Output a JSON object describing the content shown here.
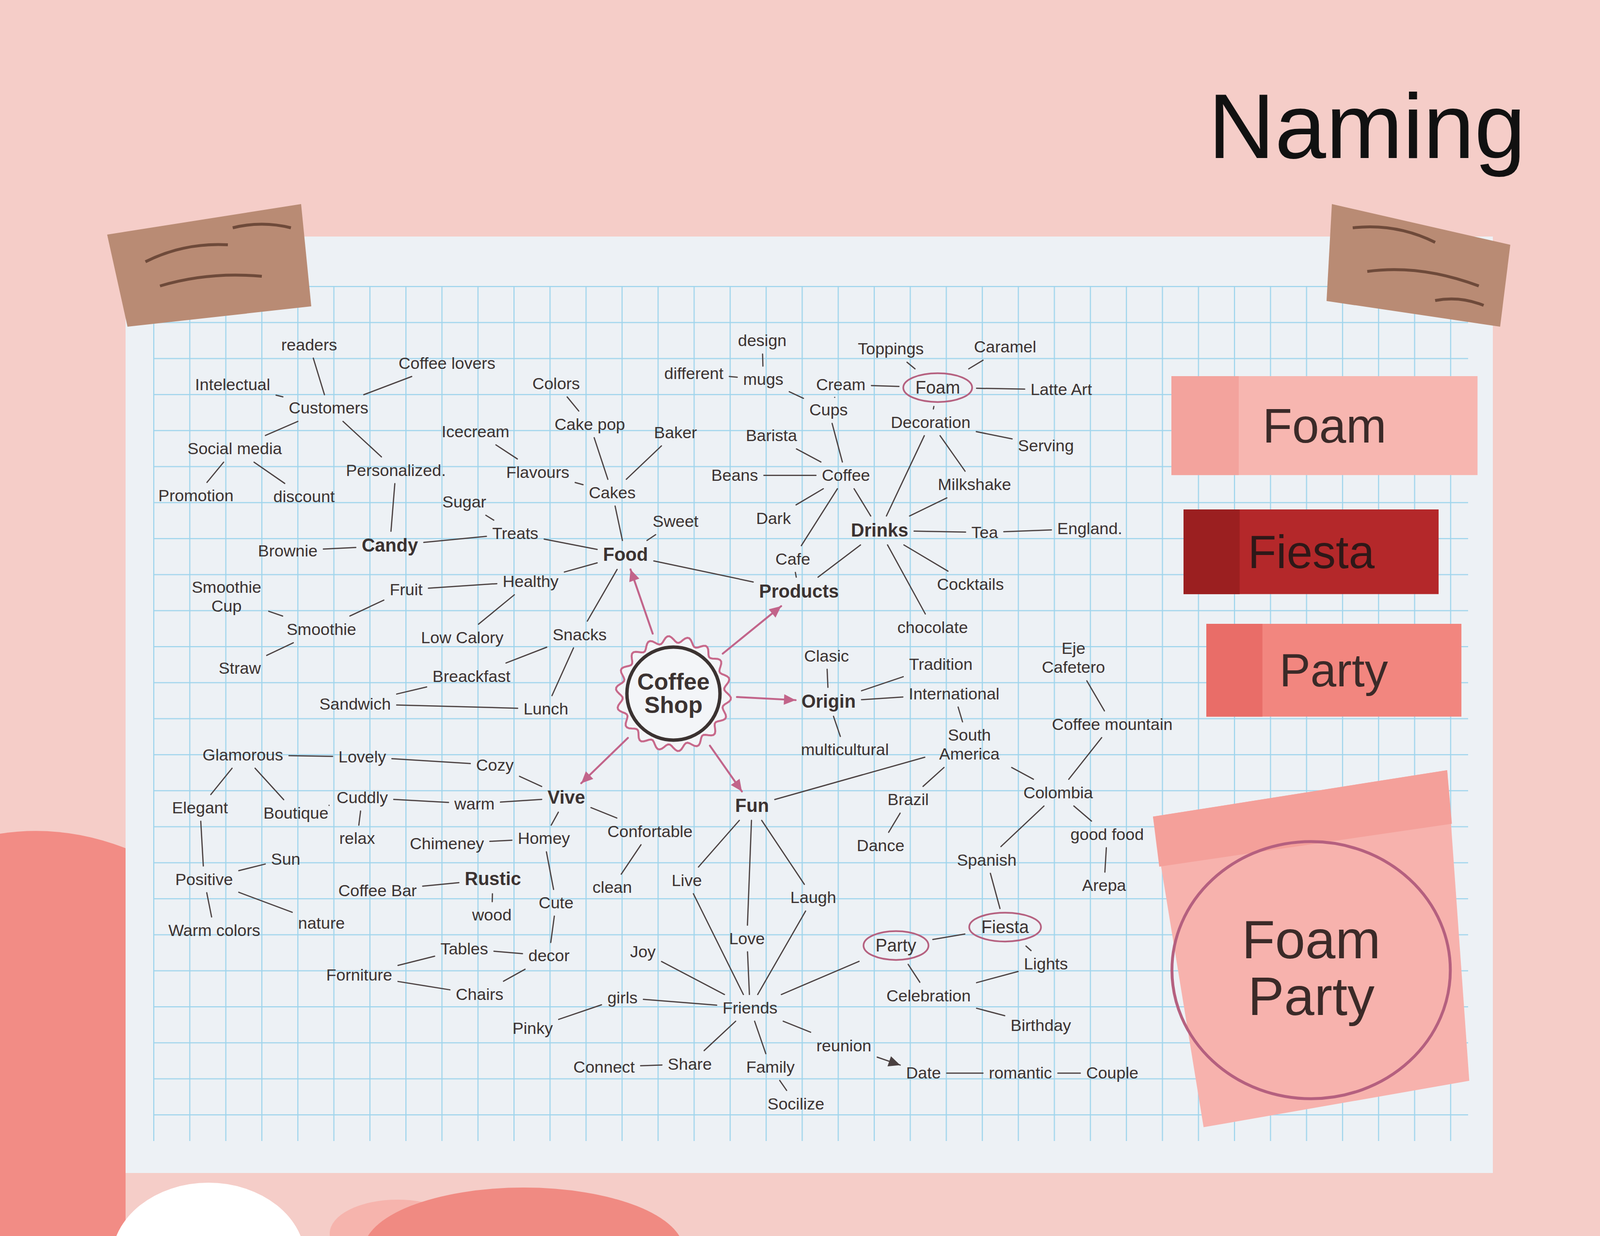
{
  "diagram": {
    "title": "Naming",
    "nodes": [
      {
        "text": [
          "Coffee Shop"
        ]
      },
      {
        "text": [
          "Food"
        ]
      },
      {
        "text": [
          "Cakes"
        ]
      },
      {
        "text": [
          "Sweet"
        ]
      },
      {
        "text": [
          "Baker"
        ]
      },
      {
        "text": [
          "Cake pop"
        ]
      },
      {
        "text": [
          "Colors"
        ]
      },
      {
        "text": [
          "Flavours"
        ]
      },
      {
        "text": [
          "Icecream"
        ]
      },
      {
        "text": [
          "Treats"
        ]
      },
      {
        "text": [
          "Sugar"
        ]
      },
      {
        "text": [
          "Candy"
        ]
      },
      {
        "text": [
          "Brownie"
        ]
      },
      {
        "text": [
          "Personalized."
        ]
      },
      {
        "text": [
          "Customers"
        ]
      },
      {
        "text": [
          "readers"
        ]
      },
      {
        "text": [
          "Coffee lovers"
        ]
      },
      {
        "text": [
          "Intelectual"
        ]
      },
      {
        "text": [
          "Social media"
        ]
      },
      {
        "text": [
          "Promotion"
        ]
      },
      {
        "text": [
          "discount"
        ]
      },
      {
        "text": [
          "Healthy"
        ]
      },
      {
        "text": [
          "Fruit"
        ]
      },
      {
        "text": [
          "Smoothie"
        ]
      },
      {
        "text": [
          "Smoothie Cup"
        ]
      },
      {
        "text": [
          "Straw"
        ]
      },
      {
        "text": [
          "Low Calory"
        ]
      },
      {
        "text": [
          "Snacks"
        ]
      },
      {
        "text": [
          "Breackfast"
        ]
      },
      {
        "text": [
          "Sandwich"
        ]
      },
      {
        "text": [
          "Lunch"
        ]
      },
      {
        "text": [
          "Products"
        ]
      },
      {
        "text": [
          "Coffee"
        ]
      },
      {
        "text": [
          "Cafe"
        ]
      },
      {
        "text": [
          "Beans"
        ]
      },
      {
        "text": [
          "Barista"
        ]
      },
      {
        "text": [
          "Dark"
        ]
      },
      {
        "text": [
          "Cups"
        ]
      },
      {
        "text": [
          "mugs"
        ]
      },
      {
        "text": [
          "design"
        ]
      },
      {
        "text": [
          "different"
        ]
      },
      {
        "text": [
          "Cream"
        ]
      },
      {
        "text": [
          "Foam"
        ]
      },
      {
        "text": [
          "Toppings"
        ]
      },
      {
        "text": [
          "Caramel"
        ]
      },
      {
        "text": [
          "Latte Art"
        ]
      },
      {
        "text": [
          "Decoration"
        ]
      },
      {
        "text": [
          "Serving"
        ]
      },
      {
        "text": [
          "Milkshake"
        ]
      },
      {
        "text": [
          "Drinks"
        ]
      },
      {
        "text": [
          "Tea"
        ]
      },
      {
        "text": [
          "England."
        ]
      },
      {
        "text": [
          "Cocktails"
        ]
      },
      {
        "text": [
          "chocolate"
        ]
      },
      {
        "text": [
          "Origin"
        ]
      },
      {
        "text": [
          "Clasic"
        ]
      },
      {
        "text": [
          "Tradition"
        ]
      },
      {
        "text": [
          "International"
        ]
      },
      {
        "text": [
          "multicultural"
        ]
      },
      {
        "text": [
          "South America"
        ]
      },
      {
        "text": [
          "Eje Cafetero"
        ]
      },
      {
        "text": [
          "Coffee mountain"
        ]
      },
      {
        "text": [
          "Colombia"
        ]
      },
      {
        "text": [
          "Brazil"
        ]
      },
      {
        "text": [
          "Dance"
        ]
      },
      {
        "text": [
          "good food"
        ]
      },
      {
        "text": [
          "Arepa"
        ]
      },
      {
        "text": [
          "Spanish"
        ]
      },
      {
        "text": [
          "Fiesta"
        ]
      },
      {
        "text": [
          "Party"
        ]
      },
      {
        "text": [
          "Lights"
        ]
      },
      {
        "text": [
          "Celebration"
        ]
      },
      {
        "text": [
          "Birthday"
        ]
      },
      {
        "text": [
          "Fun"
        ]
      },
      {
        "text": [
          "Live"
        ]
      },
      {
        "text": [
          "Laugh"
        ]
      },
      {
        "text": [
          "Love"
        ]
      },
      {
        "text": [
          "Friends"
        ]
      },
      {
        "text": [
          "Joy"
        ]
      },
      {
        "text": [
          "girls"
        ]
      },
      {
        "text": [
          "Pinky"
        ]
      },
      {
        "text": [
          "Connect"
        ]
      },
      {
        "text": [
          "Share"
        ]
      },
      {
        "text": [
          "Family"
        ]
      },
      {
        "text": [
          "reunion"
        ]
      },
      {
        "text": [
          "Socilize"
        ]
      },
      {
        "text": [
          "Date"
        ]
      },
      {
        "text": [
          "romantic"
        ]
      },
      {
        "text": [
          "Couple"
        ]
      },
      {
        "text": [
          "Vive"
        ]
      },
      {
        "text": [
          "Cozy"
        ]
      },
      {
        "text": [
          "Lovely"
        ]
      },
      {
        "text": [
          "Glamorous"
        ]
      },
      {
        "text": [
          "Elegant"
        ]
      },
      {
        "text": [
          "Boutique"
        ]
      },
      {
        "text": [
          "Cuddly"
        ]
      },
      {
        "text": [
          "relax"
        ]
      },
      {
        "text": [
          "warm"
        ]
      },
      {
        "text": [
          "Homey"
        ]
      },
      {
        "text": [
          "Chimeney"
        ]
      },
      {
        "text": [
          "Confortable"
        ]
      },
      {
        "text": [
          "clean"
        ]
      },
      {
        "text": [
          "Rustic"
        ]
      },
      {
        "text": [
          "Coffee Bar"
        ]
      },
      {
        "text": [
          "wood"
        ]
      },
      {
        "text": [
          "Cute"
        ]
      },
      {
        "text": [
          "Positive"
        ]
      },
      {
        "text": [
          "Sun"
        ]
      },
      {
        "text": [
          "Warm colors"
        ]
      },
      {
        "text": [
          "nature"
        ]
      },
      {
        "text": [
          "decor"
        ]
      },
      {
        "text": [
          "Tables"
        ]
      },
      {
        "text": [
          "Forniture"
        ]
      },
      {
        "text": [
          "Chairs"
        ]
      },
      {
        "text": [
          "Foam"
        ]
      },
      {
        "text": [
          "Fiesta"
        ]
      },
      {
        "text": [
          "Party"
        ]
      },
      {
        "text": [
          "Foam Party"
        ]
      }
    ],
    "edges": [
      {
        "from": 0,
        "to": 1,
        "arrow": "to"
      },
      {
        "from": 0,
        "to": 31,
        "arrow": "to"
      },
      {
        "from": 0,
        "to": 54,
        "arrow": "to"
      },
      {
        "from": 0,
        "to": 73,
        "arrow": "to"
      },
      {
        "from": 0,
        "to": 89,
        "arrow": "to"
      },
      {
        "from": 1,
        "to": 2,
        "arrow": "none"
      },
      {
        "from": 1,
        "to": 3,
        "arrow": "none"
      },
      {
        "from": 1,
        "to": 9,
        "arrow": "none"
      },
      {
        "from": 1,
        "to": 21,
        "arrow": "none"
      },
      {
        "from": 1,
        "to": 27,
        "arrow": "none"
      },
      {
        "from": 1,
        "to": 31,
        "arrow": "none"
      },
      {
        "from": 2,
        "to": 7,
        "arrow": "none"
      },
      {
        "from": 2,
        "to": 5,
        "arrow": "none"
      },
      {
        "from": 2,
        "to": 4,
        "arrow": "none"
      },
      {
        "from": 5,
        "to": 6,
        "arrow": "none"
      },
      {
        "from": 7,
        "to": 8,
        "arrow": "none"
      },
      {
        "from": 9,
        "to": 11,
        "arrow": "none"
      },
      {
        "from": 9,
        "to": 10,
        "arrow": "none"
      },
      {
        "from": 11,
        "to": 12,
        "arrow": "none"
      },
      {
        "from": 11,
        "to": 13,
        "arrow": "none"
      },
      {
        "from": 13,
        "to": 14,
        "arrow": "none"
      },
      {
        "from": 14,
        "to": 15,
        "arrow": "none"
      },
      {
        "from": 14,
        "to": 16,
        "arrow": "none"
      },
      {
        "from": 14,
        "to": 17,
        "arrow": "none"
      },
      {
        "from": 14,
        "to": 18,
        "arrow": "none"
      },
      {
        "from": 18,
        "to": 19,
        "arrow": "none"
      },
      {
        "from": 18,
        "to": 20,
        "arrow": "none"
      },
      {
        "from": 21,
        "to": 22,
        "arrow": "none"
      },
      {
        "from": 21,
        "to": 26,
        "arrow": "none"
      },
      {
        "from": 22,
        "to": 23,
        "arrow": "none"
      },
      {
        "from": 23,
        "to": 24,
        "arrow": "none"
      },
      {
        "from": 23,
        "to": 25,
        "arrow": "none"
      },
      {
        "from": 27,
        "to": 28,
        "arrow": "none"
      },
      {
        "from": 27,
        "to": 30,
        "arrow": "none"
      },
      {
        "from": 28,
        "to": 29,
        "arrow": "none"
      },
      {
        "from": 29,
        "to": 30,
        "arrow": "none"
      },
      {
        "from": 31,
        "to": 33,
        "arrow": "none"
      },
      {
        "from": 31,
        "to": 49,
        "arrow": "none"
      },
      {
        "from": 33,
        "to": 32,
        "arrow": "none"
      },
      {
        "from": 32,
        "to": 34,
        "arrow": "none"
      },
      {
        "from": 32,
        "to": 35,
        "arrow": "none"
      },
      {
        "from": 32,
        "to": 36,
        "arrow": "none"
      },
      {
        "from": 32,
        "to": 37,
        "arrow": "none"
      },
      {
        "from": 32,
        "to": 49,
        "arrow": "none"
      },
      {
        "from": 37,
        "to": 38,
        "arrow": "none"
      },
      {
        "from": 38,
        "to": 39,
        "arrow": "none"
      },
      {
        "from": 38,
        "to": 40,
        "arrow": "none"
      },
      {
        "from": 37,
        "to": 41,
        "arrow": "none"
      },
      {
        "from": 41,
        "to": 42,
        "arrow": "none"
      },
      {
        "from": 42,
        "to": 43,
        "arrow": "none"
      },
      {
        "from": 42,
        "to": 44,
        "arrow": "none"
      },
      {
        "from": 42,
        "to": 45,
        "arrow": "none"
      },
      {
        "from": 42,
        "to": 46,
        "arrow": "none"
      },
      {
        "from": 46,
        "to": 49,
        "arrow": "none"
      },
      {
        "from": 46,
        "to": 47,
        "arrow": "none"
      },
      {
        "from": 46,
        "to": 48,
        "arrow": "none"
      },
      {
        "from": 49,
        "to": 48,
        "arrow": "none"
      },
      {
        "from": 49,
        "to": 50,
        "arrow": "none"
      },
      {
        "from": 50,
        "to": 51,
        "arrow": "none"
      },
      {
        "from": 49,
        "to": 52,
        "arrow": "none"
      },
      {
        "from": 49,
        "to": 53,
        "arrow": "none"
      },
      {
        "from": 54,
        "to": 55,
        "arrow": "none"
      },
      {
        "from": 54,
        "to": 56,
        "arrow": "none"
      },
      {
        "from": 54,
        "to": 57,
        "arrow": "none"
      },
      {
        "from": 54,
        "to": 58,
        "arrow": "none"
      },
      {
        "from": 57,
        "to": 59,
        "arrow": "none"
      },
      {
        "from": 59,
        "to": 73,
        "arrow": "none"
      },
      {
        "from": 59,
        "to": 63,
        "arrow": "none"
      },
      {
        "from": 59,
        "to": 62,
        "arrow": "none"
      },
      {
        "from": 63,
        "to": 64,
        "arrow": "none"
      },
      {
        "from": 60,
        "to": 61,
        "arrow": "none"
      },
      {
        "from": 61,
        "to": 62,
        "arrow": "none"
      },
      {
        "from": 62,
        "to": 65,
        "arrow": "none"
      },
      {
        "from": 65,
        "to": 66,
        "arrow": "none"
      },
      {
        "from": 62,
        "to": 67,
        "arrow": "none"
      },
      {
        "from": 67,
        "to": 68,
        "arrow": "none"
      },
      {
        "from": 68,
        "to": 69,
        "arrow": "none"
      },
      {
        "from": 68,
        "to": 70,
        "arrow": "none"
      },
      {
        "from": 69,
        "to": 71,
        "arrow": "none"
      },
      {
        "from": 70,
        "to": 71,
        "arrow": "none"
      },
      {
        "from": 71,
        "to": 72,
        "arrow": "none"
      },
      {
        "from": 69,
        "to": 77,
        "arrow": "none"
      },
      {
        "from": 73,
        "to": 74,
        "arrow": "none"
      },
      {
        "from": 73,
        "to": 75,
        "arrow": "none"
      },
      {
        "from": 73,
        "to": 76,
        "arrow": "none"
      },
      {
        "from": 74,
        "to": 77,
        "arrow": "none"
      },
      {
        "from": 75,
        "to": 77,
        "arrow": "none"
      },
      {
        "from": 76,
        "to": 77,
        "arrow": "none"
      },
      {
        "from": 77,
        "to": 78,
        "arrow": "none"
      },
      {
        "from": 77,
        "to": 79,
        "arrow": "none"
      },
      {
        "from": 77,
        "to": 82,
        "arrow": "none"
      },
      {
        "from": 77,
        "to": 83,
        "arrow": "none"
      },
      {
        "from": 77,
        "to": 84,
        "arrow": "none"
      },
      {
        "from": 79,
        "to": 80,
        "arrow": "none"
      },
      {
        "from": 82,
        "to": 81,
        "arrow": "none"
      },
      {
        "from": 83,
        "to": 85,
        "arrow": "none"
      },
      {
        "from": 84,
        "to": 86,
        "arrow": "to"
      },
      {
        "from": 86,
        "to": 87,
        "arrow": "none"
      },
      {
        "from": 87,
        "to": 88,
        "arrow": "none"
      },
      {
        "from": 89,
        "to": 90,
        "arrow": "none"
      },
      {
        "from": 90,
        "to": 91,
        "arrow": "none"
      },
      {
        "from": 91,
        "to": 92,
        "arrow": "none"
      },
      {
        "from": 92,
        "to": 93,
        "arrow": "none"
      },
      {
        "from": 92,
        "to": 94,
        "arrow": "none"
      },
      {
        "from": 94,
        "to": 95,
        "arrow": "none"
      },
      {
        "from": 95,
        "to": 97,
        "arrow": "none"
      },
      {
        "from": 97,
        "to": 89,
        "arrow": "none"
      },
      {
        "from": 95,
        "to": 96,
        "arrow": "none"
      },
      {
        "from": 89,
        "to": 98,
        "arrow": "none"
      },
      {
        "from": 98,
        "to": 99,
        "arrow": "none"
      },
      {
        "from": 98,
        "to": 105,
        "arrow": "none"
      },
      {
        "from": 89,
        "to": 100,
        "arrow": "none"
      },
      {
        "from": 100,
        "to": 101,
        "arrow": "none"
      },
      {
        "from": 102,
        "to": 103,
        "arrow": "none"
      },
      {
        "from": 102,
        "to": 104,
        "arrow": "none"
      },
      {
        "from": 105,
        "to": 110,
        "arrow": "none"
      },
      {
        "from": 110,
        "to": 111,
        "arrow": "none"
      },
      {
        "from": 111,
        "to": 112,
        "arrow": "none"
      },
      {
        "from": 112,
        "to": 113,
        "arrow": "none"
      },
      {
        "from": 113,
        "to": 110,
        "arrow": "none"
      },
      {
        "from": 93,
        "to": 106,
        "arrow": "none"
      },
      {
        "from": 106,
        "to": 107,
        "arrow": "none"
      },
      {
        "from": 106,
        "to": 108,
        "arrow": "none"
      },
      {
        "from": 106,
        "to": 109,
        "arrow": "none"
      }
    ]
  }
}
